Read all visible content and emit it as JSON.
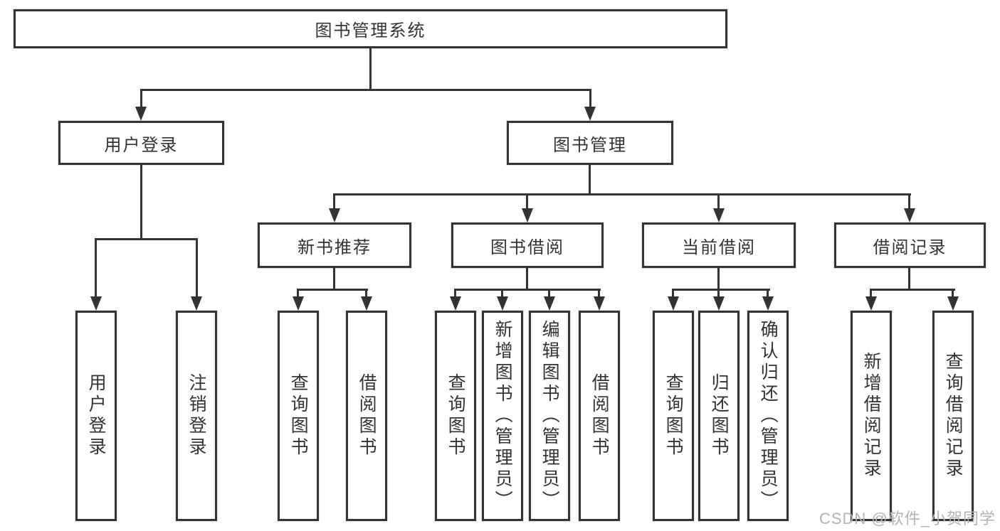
{
  "diagram": {
    "root": {
      "label": "图书管理系统"
    },
    "branches": [
      {
        "label": "用户登录",
        "children": [
          {
            "label": "用户登录"
          },
          {
            "label": "注销登录"
          }
        ]
      },
      {
        "label": "图书管理",
        "children": [
          {
            "label": "新书推荐",
            "children": [
              {
                "label": "查询图书"
              },
              {
                "label": "借阅图书"
              }
            ]
          },
          {
            "label": "图书借阅",
            "children": [
              {
                "label": "查询图书"
              },
              {
                "label": "新增图书（管理员）"
              },
              {
                "label": "编辑图书（管理员）"
              },
              {
                "label": "借阅图书"
              }
            ]
          },
          {
            "label": "当前借阅",
            "children": [
              {
                "label": "查询图书"
              },
              {
                "label": "归还图书"
              },
              {
                "label": "确认归还（管理员）"
              }
            ]
          },
          {
            "label": "借阅记录",
            "children": [
              {
                "label": "新增借阅记录"
              },
              {
                "label": "查询借阅记录"
              }
            ]
          }
        ]
      }
    ]
  },
  "watermark": {
    "text": "CSDN @软件_小贺同学"
  },
  "colors": {
    "line": "#333333",
    "box_fill": "#ffffff",
    "text": "#333333",
    "watermark": "#b3b3b3"
  }
}
